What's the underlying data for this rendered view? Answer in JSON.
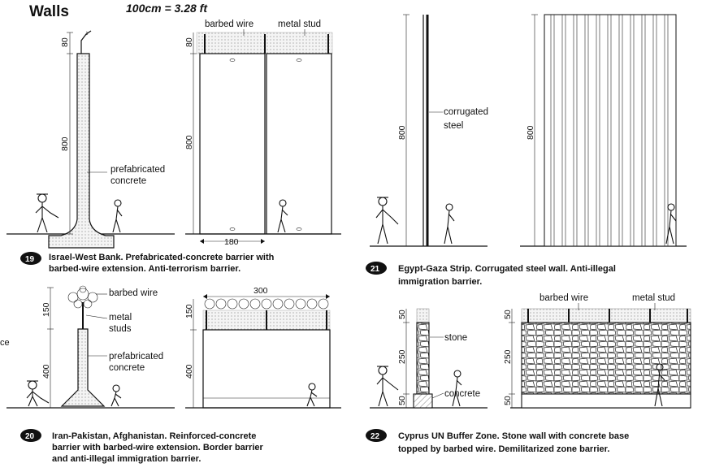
{
  "header": {
    "title": "Walls",
    "conversion": "100cm = 3.28 ft"
  },
  "left_fragment": "ce",
  "panels": {
    "p19": {
      "number": "19",
      "caption_lines": [
        "Israel-West Bank. Prefabricated-concrete barrier with",
        "barbed-wire extension. Anti-terrorism barrier."
      ],
      "labels": {
        "material": [
          "prefabricated",
          "concrete"
        ],
        "barbed_wire": "barbed wire",
        "metal_stud": "metal stud"
      },
      "dims": {
        "top": "80",
        "height": "800",
        "width": "180",
        "top_elev": "80",
        "height_elev": "800"
      }
    },
    "p20": {
      "number": "20",
      "caption_lines": [
        "Iran-Pakistan, Afghanistan. Reinforced-concrete",
        "barrier with barbed-wire extension. Border barrier",
        "and anti-illegal immigration barrier."
      ],
      "labels": {
        "barbed_wire": "barbed wire",
        "studs": [
          "metal",
          "studs"
        ],
        "material": [
          "prefabricated",
          "concrete"
        ]
      },
      "dims": {
        "top": "150",
        "height": "400",
        "width": "300",
        "top_elev": "150",
        "height_elev": "400"
      }
    },
    "p21": {
      "number": "21",
      "caption_lines": [
        "Egypt-Gaza Strip. Corrugated steel wall. Anti-illegal",
        "immigration barrier."
      ],
      "labels": {
        "material": [
          "corrugated",
          "steel"
        ]
      },
      "dims": {
        "height": "800",
        "height_elev": "800"
      }
    },
    "p22": {
      "number": "22",
      "caption_lines": [
        "Cyprus UN Buffer Zone. Stone wall with concrete base",
        "topped by barbed wire. Demilitarized zone barrier."
      ],
      "labels": {
        "stone": "stone",
        "concrete": "concrete",
        "barbed_wire": "barbed wire",
        "metal_stud": "metal stud"
      },
      "dims": {
        "top": "50",
        "mid": "250",
        "base": "50",
        "top_elev": "50",
        "mid_elev": "250",
        "base_elev": "50"
      }
    }
  }
}
